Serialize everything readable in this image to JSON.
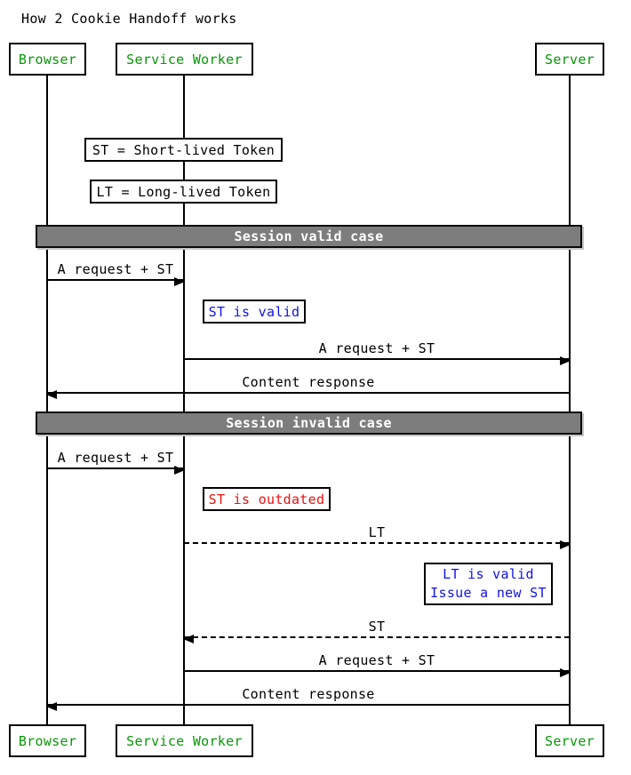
{
  "title": "How 2 Cookie Handoff works",
  "actors": [
    {
      "name": "Browser"
    },
    {
      "name": "Service Worker"
    },
    {
      "name": "Server"
    }
  ],
  "dividers": [
    {
      "label": "Session valid case"
    },
    {
      "label": "Session invalid case"
    }
  ],
  "notes": {
    "st_definition": "ST = Short-lived Token",
    "lt_definition": "LT = Long-lived Token",
    "st_valid": "ST is valid",
    "st_outdated": "ST is outdated",
    "lt_valid_line1": "LT is valid",
    "lt_valid_line2": "Issue a new ST"
  },
  "messages": [
    {
      "label": "A request + ST",
      "from": "Browser",
      "to": "Service Worker",
      "line": "solid",
      "section": "Session valid case"
    },
    {
      "label": "A request + ST",
      "from": "Service Worker",
      "to": "Server",
      "line": "solid",
      "section": "Session valid case"
    },
    {
      "label": "Content response",
      "from": "Server",
      "to": "Browser",
      "line": "solid",
      "section": "Session valid case"
    },
    {
      "label": "A request + ST",
      "from": "Browser",
      "to": "Service Worker",
      "line": "solid",
      "section": "Session invalid case"
    },
    {
      "label": "LT",
      "from": "Service Worker",
      "to": "Server",
      "line": "dashed",
      "section": "Session invalid case"
    },
    {
      "label": "ST",
      "from": "Server",
      "to": "Service Worker",
      "line": "dashed",
      "section": "Session invalid case"
    },
    {
      "label": "A request + ST",
      "from": "Service Worker",
      "to": "Server",
      "line": "solid",
      "section": "Session invalid case"
    },
    {
      "label": "Content response",
      "from": "Server",
      "to": "Browser",
      "line": "solid",
      "section": "Session invalid case"
    }
  ],
  "colors": {
    "actor_text": "#089608",
    "note_blue": "#1111ee",
    "note_red": "#ee1111",
    "divider_bg": "#7d7d7d",
    "divider_text": "#ffffff",
    "line": "#000000"
  }
}
